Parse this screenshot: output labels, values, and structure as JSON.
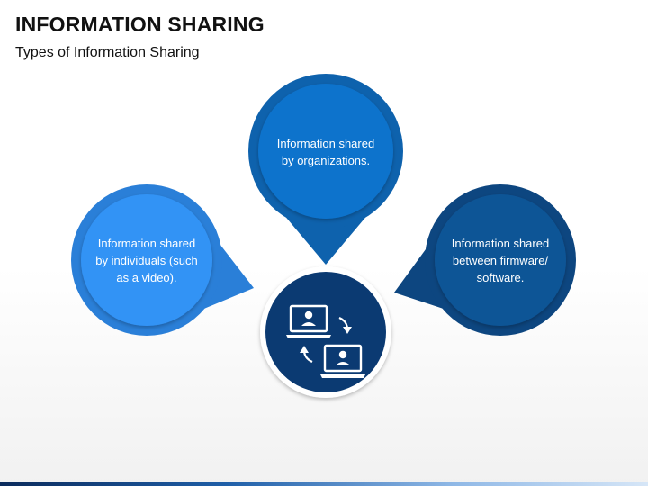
{
  "header": {
    "title": "INFORMATION SHARING",
    "subtitle": "Types of Information Sharing"
  },
  "nodes": [
    {
      "id": "organizations",
      "label": "Information shared by organizations.",
      "color": "#0f73cc"
    },
    {
      "id": "individuals",
      "label": "Information shared by individuals (such as a video).",
      "color": "#2f8ef0"
    },
    {
      "id": "firmware",
      "label": "Information shared between firmware/ software.",
      "color": "#0f4d8c"
    }
  ],
  "center": {
    "icon": "two-computers-exchange-icon",
    "color": "#0b3a72"
  },
  "colors": {
    "center": "#0b3a72",
    "organizations": "#0f73cc",
    "individuals": "#2f8ef0",
    "firmware": "#0f4d8c"
  }
}
